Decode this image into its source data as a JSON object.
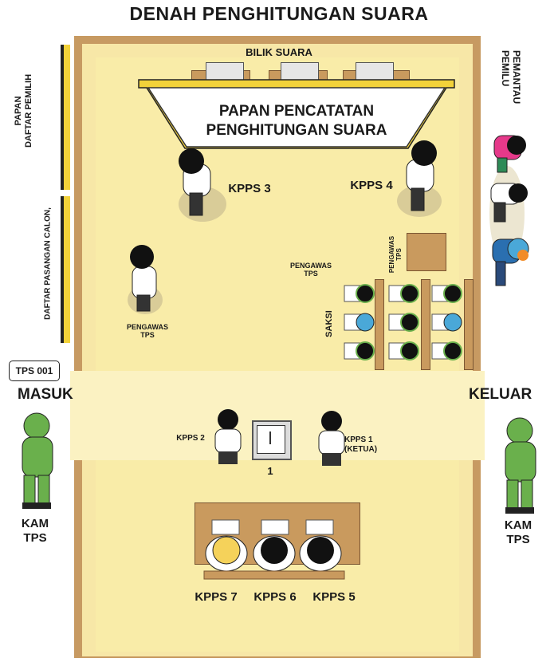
{
  "title": "DENAH PENGHITUNGAN SUARA",
  "labels": {
    "bilik_suara": "BILIK SUARA",
    "board_line1": "PAPAN PENCATATAN",
    "board_line2": "PENGHITUNGAN SUARA",
    "papan_daftar_pemilih_1": "PAPAN",
    "papan_daftar_pemilih_2": "DAFTAR PEMILIH",
    "daftar_pasangan_calon": "DAFTAR PASANGAN CALON,",
    "pemantau_1": "PEMANTAU",
    "pemantau_2": "PEMILU",
    "kpps3": "KPPS 3",
    "kpps4": "KPPS 4",
    "pengawas_tps_left_1": "PENGAWAS",
    "pengawas_tps_left_2": "TPS",
    "pengawas_tps_mid_1": "PENGAWAS",
    "pengawas_tps_mid_2": "TPS",
    "pengawas_tps_box_1": "PENGAWAS",
    "pengawas_tps_box_2": "TPS",
    "saksi": "SAKSI",
    "tps_number": "TPS 001",
    "masuk": "MASUK",
    "keluar": "KELUAR",
    "kpps2": "KPPS 2",
    "kpps1_1": "KPPS 1",
    "kpps1_2": "(KETUA)",
    "ballot_box_number": "1",
    "kam_left_1": "KAM",
    "kam_left_2": "TPS",
    "kam_right_1": "KAM",
    "kam_right_2": "TPS",
    "kpps7": "KPPS 7",
    "kpps6": "KPPS 6",
    "kpps5": "KPPS 5"
  },
  "colors": {
    "floor": "#f9eca8",
    "wall": "#c79a62",
    "board_frame": "#f2d23a",
    "security_uniform": "#6ab04c",
    "witness_blue": "#4aa8d8",
    "kpps7_shirt": "#f5d25a"
  }
}
